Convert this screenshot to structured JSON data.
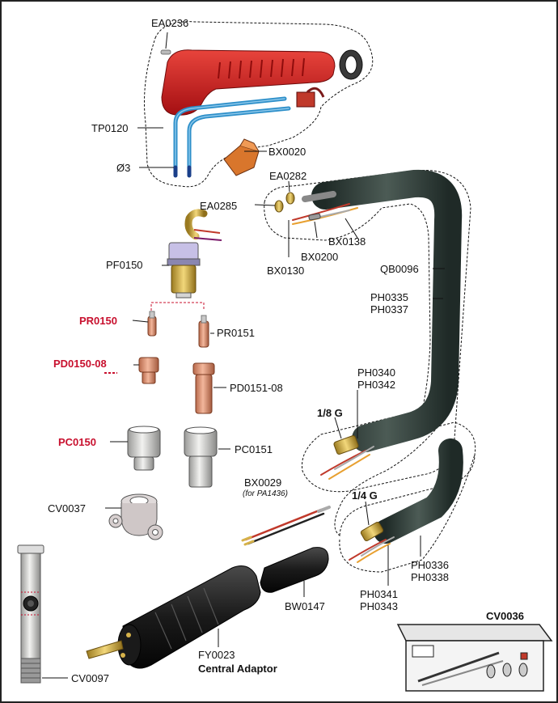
{
  "labels": {
    "ea0236": "EA0236",
    "tp0120": "TP0120",
    "o3": "Ø3",
    "bx0020": "BX0020",
    "ea0282": "EA0282",
    "ea0285": "EA0285",
    "bx0138": "BX0138",
    "bx0200": "BX0200",
    "bx0130": "BX0130",
    "pf0150": "PF0150",
    "qb0096": "QB0096",
    "ph0335": "PH0335",
    "ph0337": "PH0337",
    "pr0150": "PR0150",
    "pr0151": "PR0151",
    "pd0150_08": "PD0150-08",
    "pd0151_08": "PD0151-08",
    "ph0340": "PH0340",
    "ph0342": "PH0342",
    "g18": "1/8 G",
    "pc0150": "PC0150",
    "pc0151": "PC0151",
    "bx0029": "BX0029",
    "bx0029_note": "(for PA1436)",
    "cv0037": "CV0037",
    "g14": "1/4 G",
    "ph0336": "PH0336",
    "ph0338": "PH0338",
    "ph0341": "PH0341",
    "ph0343": "PH0343",
    "bw0147": "BW0147",
    "fy0023": "FY0023",
    "central_adaptor": "Central Adaptor",
    "cv0036": "CV0036",
    "cv0097": "CV0097"
  },
  "colors": {
    "handle_red": "#d21f1f",
    "highlight_red": "#c8102e",
    "hose_dark": "#2d3a36",
    "tube_blue": "#2d8fc9",
    "brass": "#d6b24a",
    "copper": "#e39a7a",
    "ceramic": "#d9d9d6"
  }
}
